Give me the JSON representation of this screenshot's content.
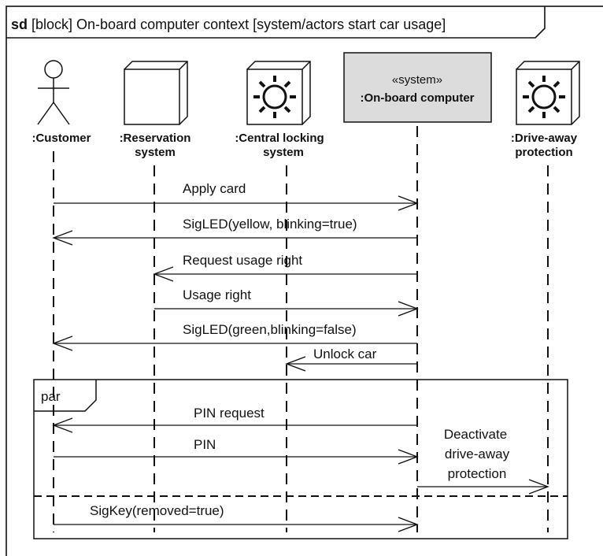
{
  "frame": {
    "keyword": "sd",
    "title": " [block] On-board computer context [system/actors start car usage]"
  },
  "lifelines": {
    "customer": {
      "line1": ":Customer"
    },
    "reservation": {
      "line1": ":Reservation",
      "line2": "system"
    },
    "central_locking": {
      "line1": ":Central locking",
      "line2": "system"
    },
    "onboard": {
      "stereotype": "«system»",
      "line1": ":On-board computer"
    },
    "driveaway": {
      "line1": ":Drive-away",
      "line2": "protection"
    }
  },
  "messages": {
    "apply_card": "Apply card",
    "sigled_yellow": "SigLED(yellow, blinking=true)",
    "request_usage": "Request usage right",
    "usage_right": "Usage right",
    "sigled_green": "SigLED(green,blinking=false)",
    "unlock_car": "Unlock car",
    "pin_request": "PIN request",
    "pin": "PIN",
    "deactivate_1": "Deactivate",
    "deactivate_2": "drive-away",
    "deactivate_3": "protection",
    "sigkey": "SigKey(removed=true)"
  },
  "fragment": {
    "operator": "par"
  },
  "colors": {
    "system_fill": "#dcdcdc",
    "line": "#111111",
    "background": "#ffffff"
  }
}
